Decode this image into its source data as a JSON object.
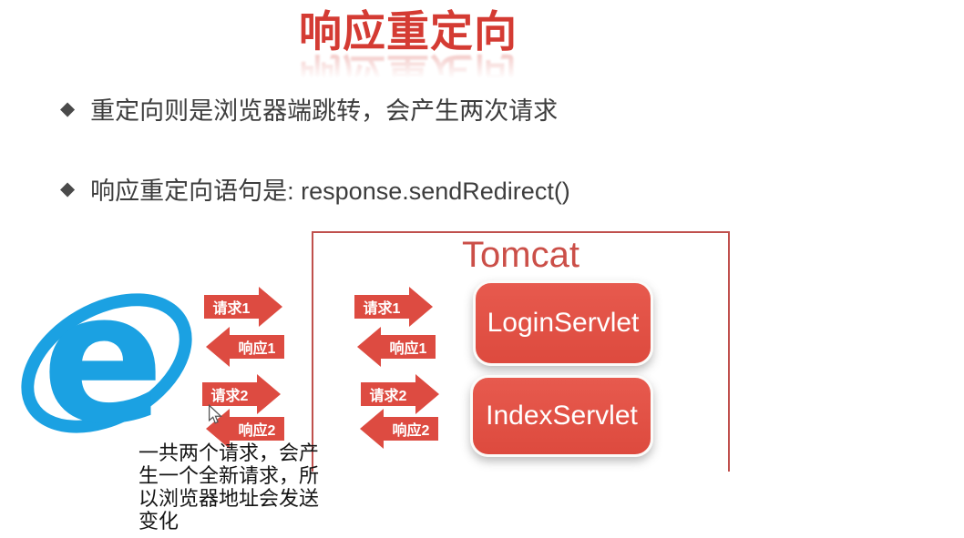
{
  "slide": {
    "title": "响应重定向",
    "bullet_marker": "◆",
    "bullets": [
      "重定向则是浏览器端跳转，会产生两次请求",
      "响应重定向语句是: response.sendRedirect()"
    ]
  },
  "diagram": {
    "container_label": "Tomcat",
    "browser_letter": "e",
    "browser_arrows": [
      {
        "label": "请求1",
        "direction": "right"
      },
      {
        "label": "响应1",
        "direction": "left"
      },
      {
        "label": "请求2",
        "direction": "right"
      },
      {
        "label": "响应2",
        "direction": "left"
      }
    ],
    "tomcat_arrows": [
      {
        "label": "请求1",
        "direction": "right"
      },
      {
        "label": "响应1",
        "direction": "left"
      },
      {
        "label": "请求2",
        "direction": "right"
      },
      {
        "label": "响应2",
        "direction": "left"
      }
    ],
    "servlets": [
      {
        "label": "LoginServlet"
      },
      {
        "label": "IndexServlet"
      }
    ],
    "annotation": "一共两个请求，会产生一个全新请求，所以浏览器地址会发送变化"
  },
  "colors": {
    "title_red": "#d43b33",
    "arrow_red": "#dd4b41",
    "servlet_red": "#e05045",
    "box_border_red": "#c0504d",
    "tomcat_text_red": "#cb4f48",
    "ie_blue": "#1ba1e2",
    "body_text": "#3d3d3d"
  }
}
